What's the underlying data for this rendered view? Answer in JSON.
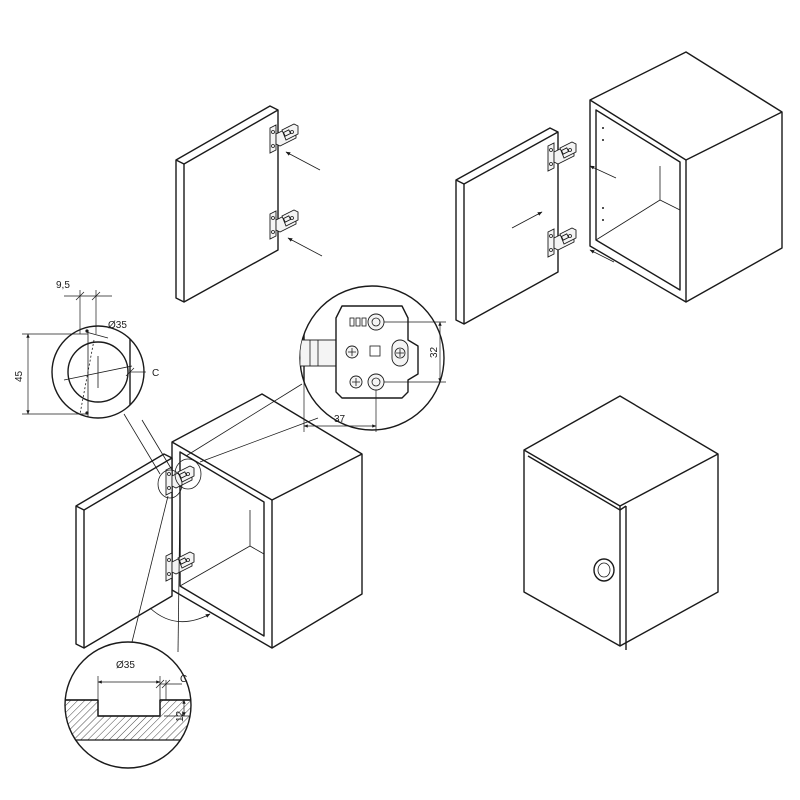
{
  "labels": {
    "offset_9_5": "9,5",
    "diameter_35_top": "Ø35",
    "height_45": "45",
    "c_top": "C",
    "spacing_32": "32",
    "width_37": "37",
    "diameter_35_bottom": "Ø35",
    "c_bottom": "C",
    "depth_12": "12"
  },
  "icons": {
    "hinge": "hinge-icon",
    "arrow": "arrow-icon",
    "knob": "knob-icon"
  }
}
